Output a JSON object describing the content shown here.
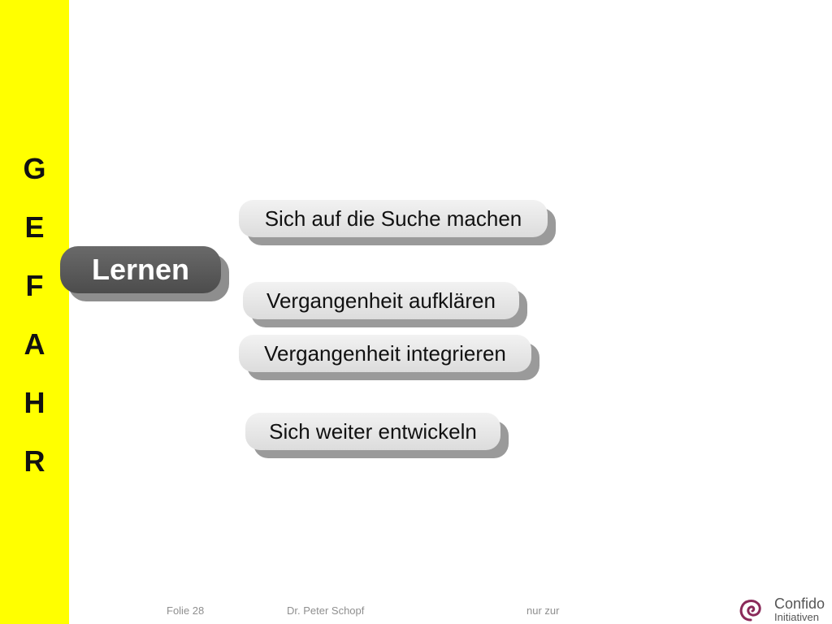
{
  "sidebar": {
    "background": "#ffff00",
    "letters": [
      "G",
      "E",
      "F",
      "A",
      "H",
      "R"
    ]
  },
  "main": {
    "topic": "Lernen",
    "items": [
      "Sich auf die Suche machen",
      "Vergangenheit aufklären",
      "Vergangenheit integrieren",
      "Sich weiter entwickeln"
    ]
  },
  "footer": {
    "slide": "Folie 28",
    "author": "Dr. Peter Schopf",
    "note": "nur zur"
  },
  "logo": {
    "name": "Confido",
    "subtitle": "Initiativen",
    "icon": "spiral-icon",
    "color": "#8a2a5a"
  }
}
